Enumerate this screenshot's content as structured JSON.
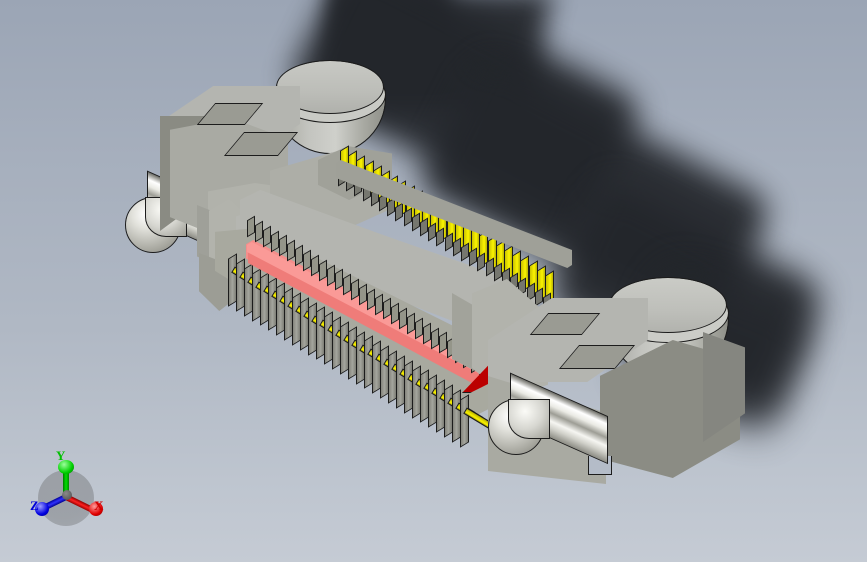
{
  "app": {
    "view_type": "3D CAD isometric viewport",
    "background_top_color": "#9ba5b5",
    "background_bottom_color": "#c5cbd4"
  },
  "axis_gizmo": {
    "name": "orientation-triad",
    "axes": [
      {
        "label": "Y",
        "color": "#00c000",
        "direction": "up"
      },
      {
        "label": "X",
        "color": "#d00000",
        "direction": "lower-right"
      },
      {
        "label": "Z",
        "color": "#0000d8",
        "direction": "lower-left"
      }
    ]
  },
  "model": {
    "name": "board-to-board connector",
    "housing_color": "#b4b5b0",
    "housing_side_color": "#8e8f87",
    "pin_color": "#e8e000",
    "insulator_color": "#f0807e",
    "marker_color": "#bb0000",
    "hardware_color": "#d8d8d2",
    "parts": [
      {
        "name": "left-end-block",
        "label": "left mounting block"
      },
      {
        "name": "right-end-block",
        "label": "right mounting block"
      },
      {
        "name": "left-jackscrew",
        "label": "left jackscrew post"
      },
      {
        "name": "right-jackscrew",
        "label": "right jackscrew post"
      },
      {
        "name": "left-boss",
        "label": "left cylindrical boss"
      },
      {
        "name": "right-boss",
        "label": "right cylindrical boss"
      },
      {
        "name": "upper-pin-row",
        "label": "upper gold contact row",
        "pin_count": 26
      },
      {
        "name": "lower-pin-row",
        "label": "lower gold contact row",
        "pin_count": 30
      },
      {
        "name": "center-insulator-rail",
        "label": "center insulator rail"
      },
      {
        "name": "pin-one-marker",
        "label": "pin 1 triangle marker"
      }
    ]
  }
}
